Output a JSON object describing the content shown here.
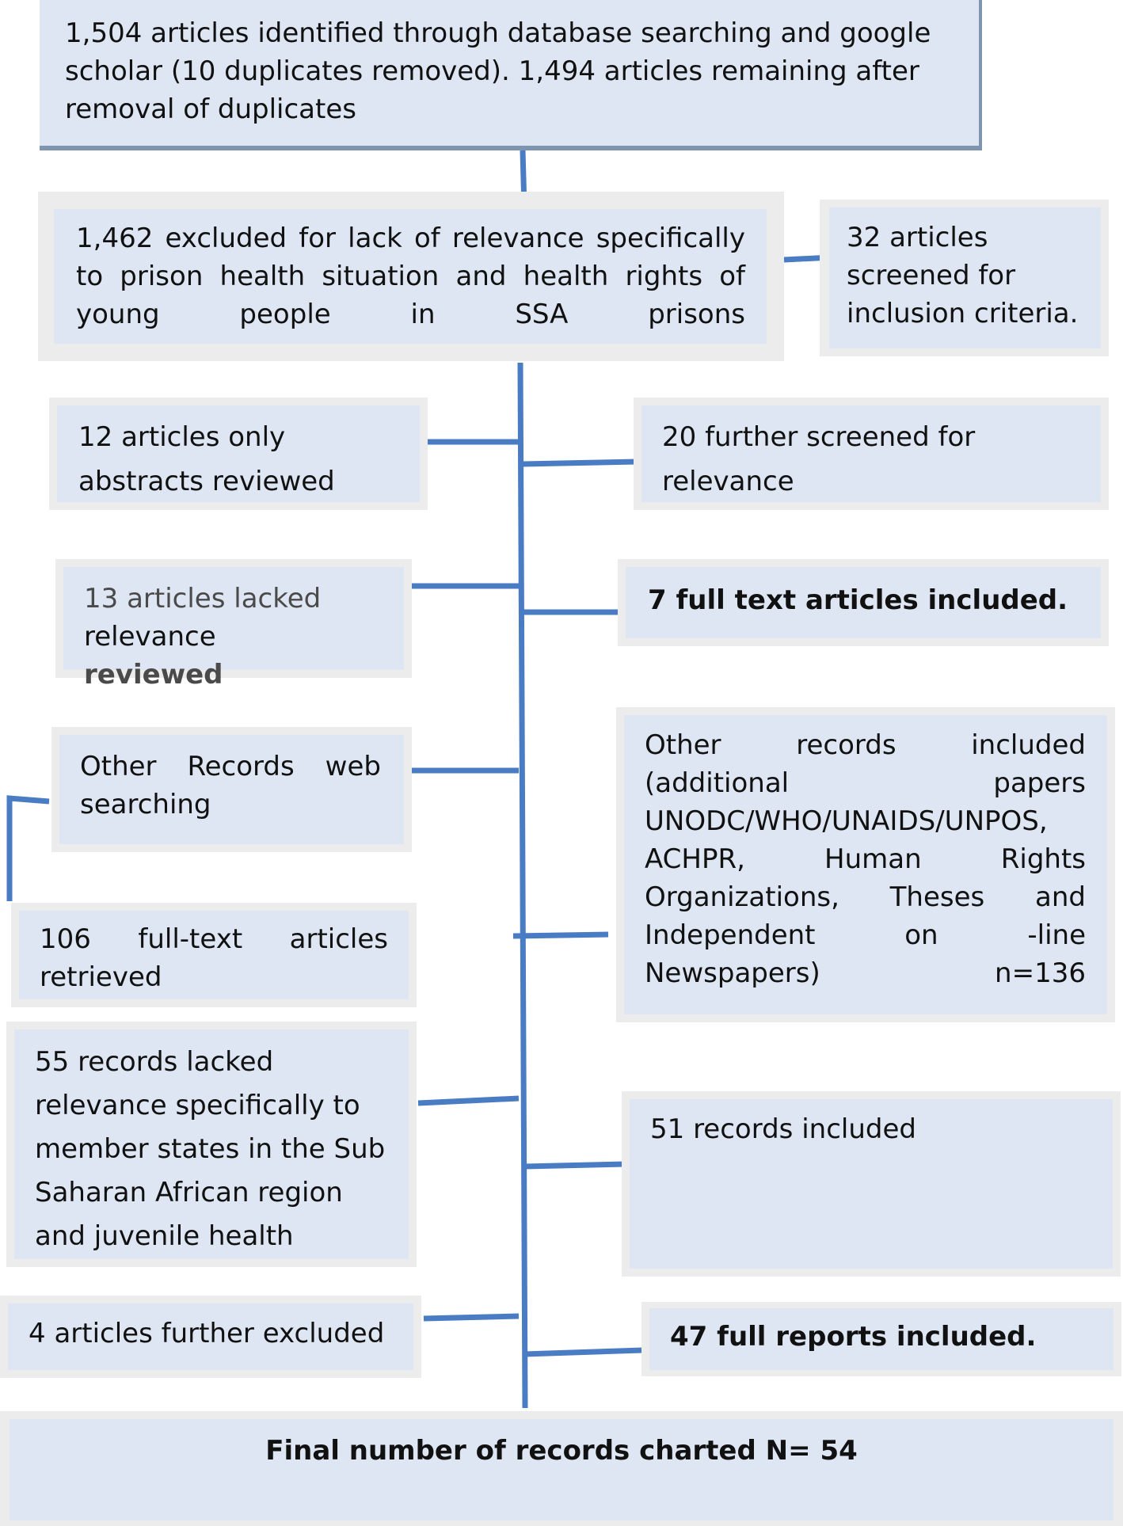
{
  "boxes": {
    "identified": "1,504 articles identified through database searching and google scholar (10 duplicates removed). 1,494 articles remaining after removal of duplicates",
    "excluded_relevance": "1,462 excluded for lack of relevance specifically to prison health situation and health rights of young people in SSA prisons",
    "screened_32": "32 articles screened for inclusion criteria.",
    "abstracts_12": "12 articles only abstracts reviewed",
    "further_20": "20 further screened for relevance",
    "lacked_13_a": "13 articles lacked",
    "lacked_13_b": "relevance",
    "lacked_13_c": "reviewed",
    "included_7": "7 full text articles included.",
    "web_search": "Other Records web searching",
    "other_included": "Other records included (additional papers UNODC/WHO/UNAIDS/UNPOS, ACHPR, Human Rights Organizations, Theses and Independent on -line Newspapers) n=136",
    "retrieved_106": "106 full-text articles retrieved",
    "lacked_55": "55 records lacked relevance specifically to member states in the Sub Saharan African region and juvenile health",
    "included_51": "51 records included",
    "excluded_4": "4 articles further excluded",
    "reports_47": "47 full reports included.",
    "final": "Final number of records charted N= 54"
  },
  "colors": {
    "connector": "#4a7cc4",
    "box_fill": "#dde6f2",
    "box_shadow": "#ececec",
    "top_border": "#7f95ad"
  }
}
